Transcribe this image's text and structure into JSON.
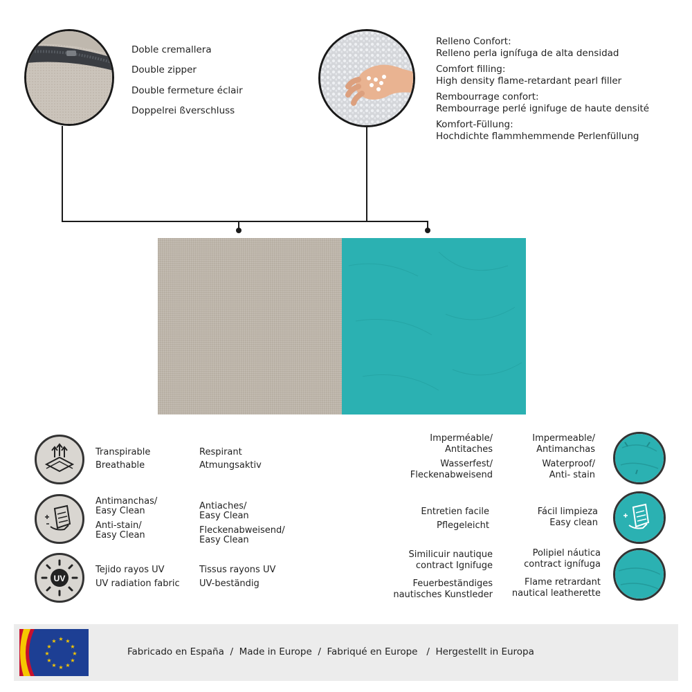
{
  "zipper": {
    "labels": [
      "Doble cremallera",
      "Double zipper",
      "Double fermeture éclair",
      "Doppelrei ßverschluss"
    ]
  },
  "filling": {
    "blocks": [
      {
        "line1": "Relleno Confort:",
        "line2": "Relleno perla ignífuga de alta densidad"
      },
      {
        "line1": "Comfort filling:",
        "line2": "High density flame-retardant pearl filler"
      },
      {
        "line1": "Rembourrage confort:",
        "line2": "Rembourrage perlé ignifuge de haute densité"
      },
      {
        "line1": "Komfort-Füllung:",
        "line2": "Hochdichte flammhemmende Perlenfüllung"
      }
    ]
  },
  "swatches": {
    "left_color": "#bdb5aa",
    "right_color": "#2bb1b2"
  },
  "left_features": [
    {
      "icon": "breathable-icon",
      "col1": [
        "Transpirable",
        "Breathable"
      ],
      "col2": [
        "Respirant",
        "Atmungsaktiv"
      ]
    },
    {
      "icon": "easy-clean-icon",
      "col1": [
        "Antimanchas/",
        "Easy Clean",
        "Anti-stain/",
        "Easy Clean"
      ],
      "col2": [
        "Antiaches/",
        "Easy Clean",
        "Fleckenabweisend/",
        "Easy Clean"
      ]
    },
    {
      "icon": "uv-icon",
      "uv_text": "UV",
      "col1": [
        "Tejido rayos UV",
        "UV radiation fabric"
      ],
      "col2": [
        "Tissus rayons UV",
        "UV-beständig"
      ]
    }
  ],
  "right_features": [
    {
      "icon": "waterproof-icon",
      "col1": [
        "Imperméable/",
        "Antitaches",
        "Wasserfest/",
        "Fleckenabweisend"
      ],
      "col2": [
        "Impermeable/",
        "Antimanchas",
        "Waterproof/",
        "Anti- stain"
      ]
    },
    {
      "icon": "wipe-clean-icon",
      "col1": [
        "Entretien facile",
        "Pflegeleicht"
      ],
      "col2": [
        "Fácil limpieza",
        "Easy clean"
      ]
    },
    {
      "icon": "leatherette-icon",
      "col1": [
        "Similicuir nautique",
        "contract Ignifuge",
        "Feuerbeständiges",
        "nautisches Kunstleder"
      ],
      "col2": [
        "Polipiel náutica",
        "contract ignífuga",
        "Flame retrardant",
        "nautical leatherette"
      ]
    }
  ],
  "footer": {
    "text": "Fabricado en España  /  Made in Europe  /  Fabriqué en Europe   /  Hergestellt in Europa",
    "eu_blue": "#1d3f94",
    "spain_red": "#c8102e",
    "spain_yellow": "#f6c700"
  }
}
